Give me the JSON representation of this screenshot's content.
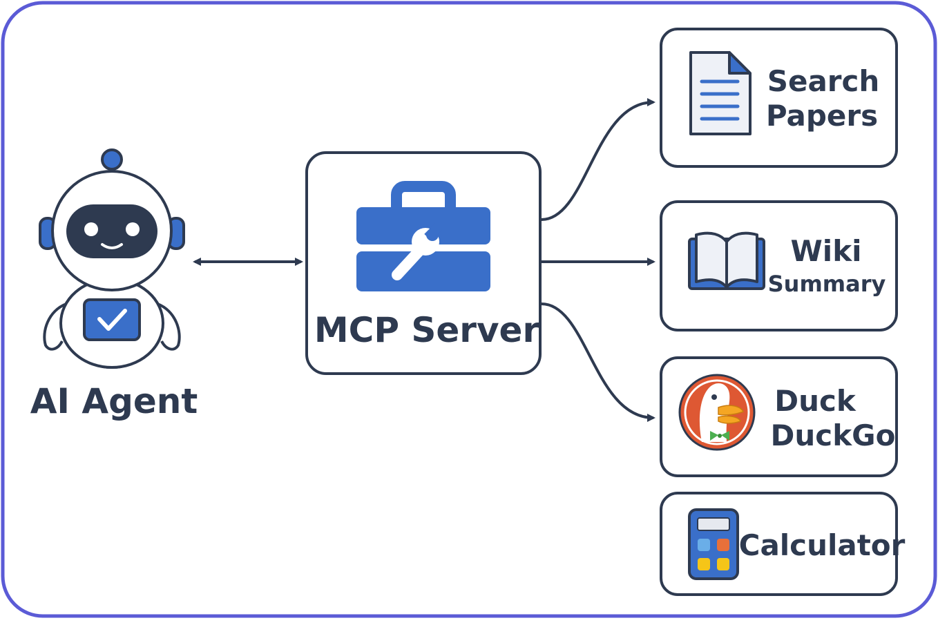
{
  "agent": {
    "label": "AI Agent"
  },
  "server": {
    "label": "MCP Server"
  },
  "tools": {
    "search_papers": {
      "line1": "Search",
      "line2": "Papers",
      "icon": "document-icon"
    },
    "wiki_summary": {
      "line1": "Wiki",
      "line2": "Summary",
      "icon": "open-book-icon"
    },
    "duckduckgo": {
      "line1": "Duck",
      "line2": "DuckGo",
      "icon": "duckduckgo-logo"
    },
    "calculator": {
      "line1": "Calculator",
      "icon": "calculator-icon"
    }
  },
  "colors": {
    "frame": "#5b5bd6",
    "outline": "#2e3a50",
    "accent": "#3a6fc9",
    "duck_red": "#de5833",
    "calc_blue": "#6aaee8",
    "calc_orange": "#e8703a",
    "calc_yellow": "#f5c518"
  }
}
